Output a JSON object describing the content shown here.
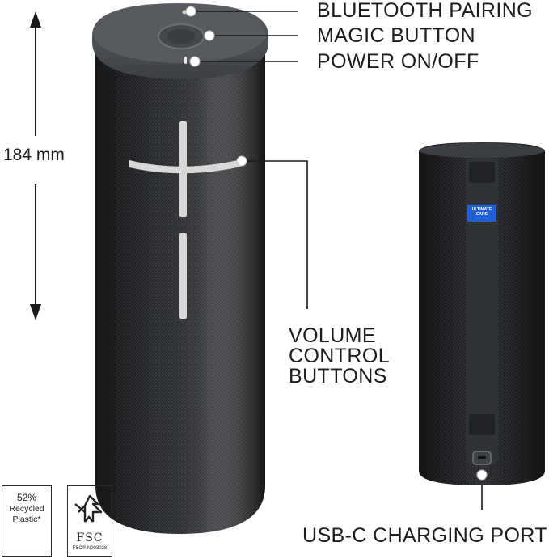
{
  "callouts": {
    "bluetooth_pairing": "BLUETOOTH PAIRING",
    "magic_button": "MAGIC BUTTON",
    "power": "POWER ON/OFF",
    "volume_line1": "VOLUME",
    "volume_line2": "CONTROL",
    "volume_line3": "BUTTONS",
    "usb_c": "USB-C CHARGING PORT"
  },
  "dimension": {
    "height_label": "184 mm"
  },
  "back_view": {
    "brand_tag_line1": "ULTIMATE",
    "brand_tag_line2": "EARS"
  },
  "recycled_badge": {
    "percent": "52%",
    "line2": "Recycled",
    "line3": "Plastic*"
  },
  "fsc_badge": {
    "mark": "FSC",
    "code": "FSC® N003028"
  },
  "colors": {
    "speaker_body": "#2b2d30",
    "top_cap": "#4a4e53",
    "brand_tag": "#1f5fd6",
    "callout_line": "#1a1a1a"
  },
  "icons": [
    "bluetooth-dot-icon",
    "magic-button-icon",
    "power-icon",
    "volume-plus-icon",
    "volume-minus-icon",
    "usb-c-port-icon",
    "recycle-icon",
    "fsc-tree-icon"
  ]
}
